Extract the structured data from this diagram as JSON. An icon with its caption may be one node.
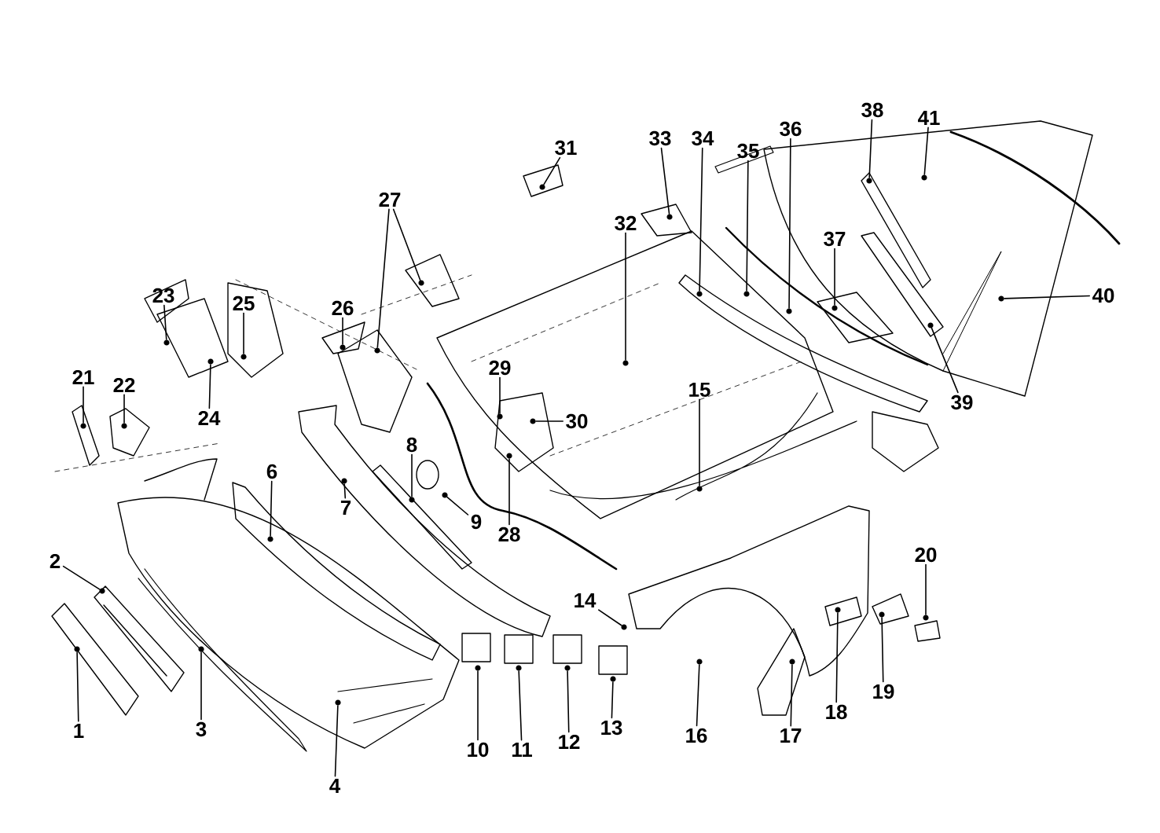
{
  "diagram": {
    "nodes": [
      {
        "text": [
          "1"
        ]
      },
      {
        "text": [
          "2"
        ]
      },
      {
        "text": [
          "3"
        ]
      },
      {
        "text": [
          "4"
        ]
      },
      {
        "text": [
          "6"
        ]
      },
      {
        "text": [
          "7"
        ]
      },
      {
        "text": [
          "8"
        ]
      },
      {
        "text": [
          "9"
        ]
      },
      {
        "text": [
          "10"
        ]
      },
      {
        "text": [
          "11"
        ]
      },
      {
        "text": [
          "12"
        ]
      },
      {
        "text": [
          "13"
        ]
      },
      {
        "text": [
          "14"
        ]
      },
      {
        "text": [
          "15"
        ]
      },
      {
        "text": [
          "16"
        ]
      },
      {
        "text": [
          "17"
        ]
      },
      {
        "text": [
          "18"
        ]
      },
      {
        "text": [
          "19"
        ]
      },
      {
        "text": [
          "20"
        ]
      },
      {
        "text": [
          "21"
        ]
      },
      {
        "text": [
          "22"
        ]
      },
      {
        "text": [
          "23"
        ]
      },
      {
        "text": [
          "24"
        ]
      },
      {
        "text": [
          "25"
        ]
      },
      {
        "text": [
          "26"
        ]
      },
      {
        "text": [
          "27"
        ]
      },
      {
        "text": [
          "28"
        ]
      },
      {
        "text": [
          "29"
        ]
      },
      {
        "text": [
          "30"
        ]
      },
      {
        "text": [
          "31"
        ]
      },
      {
        "text": [
          "32"
        ]
      },
      {
        "text": [
          "33"
        ]
      },
      {
        "text": [
          "34"
        ]
      },
      {
        "text": [
          "35"
        ]
      },
      {
        "text": [
          "36"
        ]
      },
      {
        "text": [
          "37"
        ]
      },
      {
        "text": [
          "38"
        ]
      },
      {
        "text": [
          "39"
        ]
      },
      {
        "text": [
          "40"
        ]
      },
      {
        "text": [
          "41"
        ]
      },
      {
        "text": [],
        "shape": "circle"
      },
      {
        "text": [],
        "shape": "circle"
      },
      {
        "text": [],
        "shape": "circle"
      },
      {
        "text": [],
        "shape": "circle"
      },
      {
        "text": [],
        "shape": "circle"
      },
      {
        "text": [],
        "shape": "circle"
      },
      {
        "text": [],
        "shape": "circle"
      },
      {
        "text": [],
        "shape": "circle"
      },
      {
        "text": [],
        "shape": "circle"
      },
      {
        "text": [],
        "shape": "circle"
      },
      {
        "text": [],
        "shape": "circle"
      },
      {
        "text": [],
        "shape": "circle"
      },
      {
        "text": [],
        "shape": "circle"
      },
      {
        "text": [],
        "shape": "circle"
      },
      {
        "text": [],
        "shape": "circle"
      },
      {
        "text": [],
        "shape": "circle"
      },
      {
        "text": [],
        "shape": "circle"
      },
      {
        "text": [],
        "shape": "circle"
      },
      {
        "text": [],
        "shape": "circle"
      },
      {
        "text": [],
        "shape": "circle"
      },
      {
        "text": [],
        "shape": "circle"
      },
      {
        "text": [],
        "shape": "circle"
      },
      {
        "text": [],
        "shape": "circle"
      },
      {
        "text": [],
        "shape": "circle"
      },
      {
        "text": [],
        "shape": "circle"
      },
      {
        "text": [],
        "shape": "circle"
      },
      {
        "text": [],
        "shape": "circle"
      },
      {
        "text": [],
        "shape": "circle"
      },
      {
        "text": [],
        "shape": "circle"
      },
      {
        "text": [],
        "shape": "circle"
      },
      {
        "text": [],
        "shape": "circle"
      },
      {
        "text": [],
        "shape": "circle"
      },
      {
        "text": [],
        "shape": "circle"
      },
      {
        "text": [],
        "shape": "circle"
      },
      {
        "text": [],
        "shape": "circle"
      },
      {
        "text": [],
        "shape": "circle"
      },
      {
        "text": [],
        "shape": "circle"
      },
      {
        "text": [],
        "shape": "circle"
      },
      {
        "text": [],
        "shape": "circle"
      },
      {
        "text": [],
        "shape": "circle"
      },
      {
        "text": [],
        "shape": "circle"
      }
    ],
    "edges": [
      {
        "from": 0,
        "to": 40,
        "arrow": "none"
      },
      {
        "from": 1,
        "to": 41,
        "arrow": "none"
      },
      {
        "from": 2,
        "to": 42,
        "arrow": "none"
      },
      {
        "from": 3,
        "to": 43,
        "arrow": "none"
      },
      {
        "from": 4,
        "to": 44,
        "arrow": "none"
      },
      {
        "from": 5,
        "to": 45,
        "arrow": "none"
      },
      {
        "from": 6,
        "to": 46,
        "arrow": "none"
      },
      {
        "from": 7,
        "to": 47,
        "arrow": "none"
      },
      {
        "from": 8,
        "to": 48,
        "arrow": "none"
      },
      {
        "from": 9,
        "to": 49,
        "arrow": "none"
      },
      {
        "from": 10,
        "to": 50,
        "arrow": "none"
      },
      {
        "from": 11,
        "to": 51,
        "arrow": "none"
      },
      {
        "from": 12,
        "to": 52,
        "arrow": "none"
      },
      {
        "from": 13,
        "to": 53,
        "arrow": "none"
      },
      {
        "from": 14,
        "to": 54,
        "arrow": "none"
      },
      {
        "from": 15,
        "to": 55,
        "arrow": "none"
      },
      {
        "from": 16,
        "to": 56,
        "arrow": "none"
      },
      {
        "from": 17,
        "to": 57,
        "arrow": "none"
      },
      {
        "from": 18,
        "to": 58,
        "arrow": "none"
      },
      {
        "from": 19,
        "to": 59,
        "arrow": "none"
      },
      {
        "from": 20,
        "to": 60,
        "arrow": "none"
      },
      {
        "from": 21,
        "to": 61,
        "arrow": "none"
      },
      {
        "from": 22,
        "to": 62,
        "arrow": "none"
      },
      {
        "from": 23,
        "to": 63,
        "arrow": "none"
      },
      {
        "from": 24,
        "to": 64,
        "arrow": "none"
      },
      {
        "from": 25,
        "to": 65,
        "arrow": "none"
      },
      {
        "from": 25,
        "to": 66,
        "arrow": "none"
      },
      {
        "from": 26,
        "to": 67,
        "arrow": "none"
      },
      {
        "from": 27,
        "to": 68,
        "arrow": "none"
      },
      {
        "from": 28,
        "to": 69,
        "arrow": "none"
      },
      {
        "from": 29,
        "to": 70,
        "arrow": "none"
      },
      {
        "from": 30,
        "to": 71,
        "arrow": "none"
      },
      {
        "from": 31,
        "to": 72,
        "arrow": "none"
      },
      {
        "from": 32,
        "to": 73,
        "arrow": "none"
      },
      {
        "from": 33,
        "to": 74,
        "arrow": "none"
      },
      {
        "from": 34,
        "to": 75,
        "arrow": "none"
      },
      {
        "from": 35,
        "to": 76,
        "arrow": "none"
      },
      {
        "from": 36,
        "to": 77,
        "arrow": "none"
      },
      {
        "from": 37,
        "to": 78,
        "arrow": "none"
      },
      {
        "from": 38,
        "to": 79,
        "arrow": "none"
      },
      {
        "from": 39,
        "to": 80,
        "arrow": "none"
      }
    ]
  }
}
